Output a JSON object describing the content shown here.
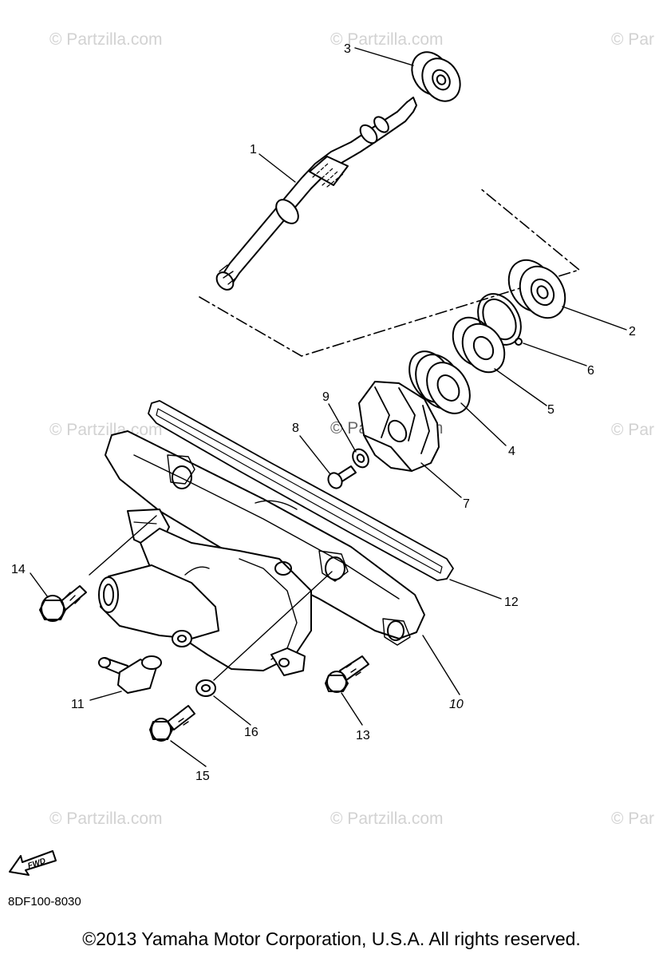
{
  "watermarks": [
    {
      "text": "© Partzilla.com"
    },
    {
      "text": "© Partzilla.com"
    },
    {
      "text": "© Par"
    },
    {
      "text": "© Partzilla.com"
    },
    {
      "text": "© Partzilla.com"
    },
    {
      "text": "© Par"
    },
    {
      "text": "© Partzilla.com"
    },
    {
      "text": "© Partzilla.com"
    },
    {
      "text": "© Par"
    }
  ],
  "callouts": {
    "c1": "1",
    "c2": "2",
    "c3": "3",
    "c4": "4",
    "c5": "5",
    "c6": "6",
    "c7": "7",
    "c8": "8",
    "c9": "9",
    "c10": "10",
    "c11": "11",
    "c12": "12",
    "c13": "13",
    "c14": "14",
    "c15": "15",
    "c16": "16"
  },
  "fwd_label": "FWD",
  "part_code": "8DF100-8030",
  "copyright": "©2013  Yamaha Motor Corporation, U.S.A. All rights reserved."
}
